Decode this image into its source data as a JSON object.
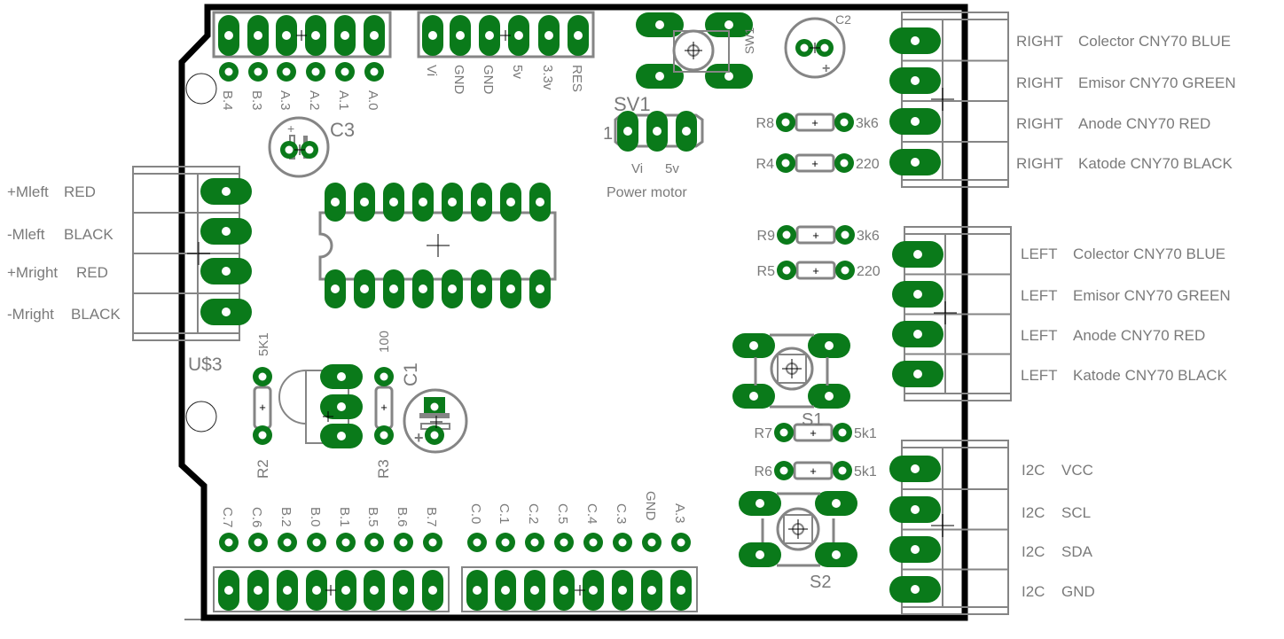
{
  "title": "Arduino motor / CNY70 / I2C shield PCB layout",
  "colors": {
    "pad": "#0a7a1a",
    "drill": "#ffffff",
    "silk": "#858585",
    "outline": "#000000",
    "text": "#7a7a7a"
  },
  "top_headers": {
    "analog": {
      "pins": [
        "B.4",
        "B.3",
        "A.3",
        "A.2",
        "A.1",
        "A.0"
      ]
    },
    "power": {
      "pins": [
        "Vi",
        "GND",
        "GND",
        "5v",
        "3.3v",
        "RES"
      ]
    }
  },
  "components": {
    "c3": "C3",
    "c2": "C2",
    "c1": "C1",
    "sw1": "SW1",
    "sv1": {
      "name": "SV1",
      "pin1": "1",
      "pins": [
        "Vi",
        "5v"
      ],
      "caption": "Power motor"
    },
    "u3": "U$3",
    "r2": {
      "name": "R2",
      "value": "5K1"
    },
    "r3": {
      "name": "R3",
      "value": "100"
    },
    "s1": "S1",
    "s2": "S2",
    "resistors_right": [
      {
        "name": "R8",
        "value": "3k6"
      },
      {
        "name": "R4",
        "value": "220"
      },
      {
        "name": "R9",
        "value": "3k6"
      },
      {
        "name": "R5",
        "value": "220"
      },
      {
        "name": "R7",
        "value": "5k1"
      },
      {
        "name": "R6",
        "value": "5k1"
      }
    ]
  },
  "motor_connector": [
    {
      "signal": "+Mleft",
      "color": "RED"
    },
    {
      "signal": "-Mleft",
      "color": "BLACK"
    },
    {
      "signal": "+Mright",
      "color": "RED"
    },
    {
      "signal": "-Mright",
      "color": "BLACK"
    }
  ],
  "right_sensor_connector": [
    {
      "side": "RIGHT",
      "signal": "Colector CNY70 BLUE"
    },
    {
      "side": "RIGHT",
      "signal": "Emisor CNY70 GREEN"
    },
    {
      "side": "RIGHT",
      "signal": "Anode CNY70 RED"
    },
    {
      "side": "RIGHT",
      "signal": "Katode CNY70 BLACK"
    }
  ],
  "left_sensor_connector": [
    {
      "side": "LEFT",
      "signal": "Colector CNY70 BLUE"
    },
    {
      "side": "LEFT",
      "signal": "Emisor CNY70 GREEN"
    },
    {
      "side": "LEFT",
      "signal": "Anode CNY70 RED"
    },
    {
      "side": "LEFT",
      "signal": "Katode CNY70 BLACK"
    }
  ],
  "i2c_connector": [
    {
      "bus": "I2C",
      "signal": "VCC"
    },
    {
      "bus": "I2C",
      "signal": "SCL"
    },
    {
      "bus": "I2C",
      "signal": "SDA"
    },
    {
      "bus": "I2C",
      "signal": "GND"
    }
  ],
  "bottom_headers": {
    "left": {
      "pins": [
        "C.7",
        "C.6",
        "B.2",
        "B.0",
        "B.1",
        "B.5",
        "B.6",
        "B.7"
      ]
    },
    "right": {
      "pins": [
        "C.0",
        "C.1",
        "C.2",
        "C.5",
        "C.4",
        "C.3",
        "GND",
        "A.3"
      ]
    }
  }
}
